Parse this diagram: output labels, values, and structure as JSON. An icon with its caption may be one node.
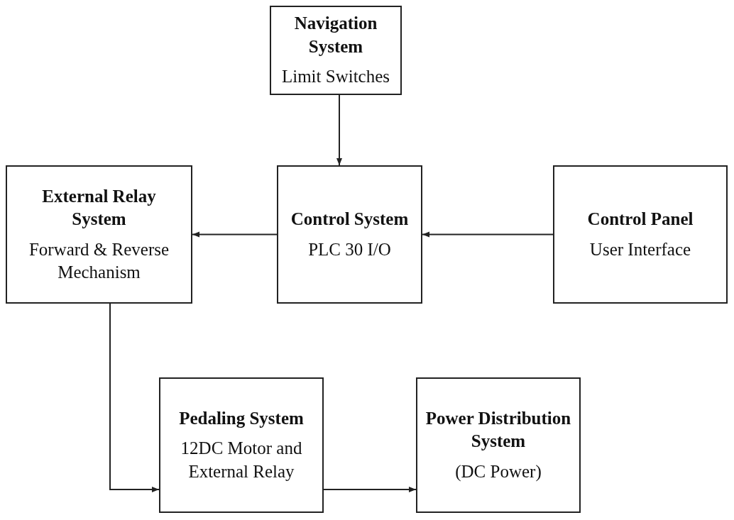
{
  "diagram": {
    "nodes": [
      {
        "text": [
          "Navigation System",
          "Limit Switches"
        ]
      },
      {
        "text": [
          "Control System",
          "PLC 30 I/O"
        ]
      },
      {
        "text": [
          "External Relay System",
          "Forward & Reverse Mechanism"
        ]
      },
      {
        "text": [
          "Control Panel",
          "User Interface"
        ]
      },
      {
        "text": [
          "Pedaling System",
          "12DC Motor and External Relay"
        ]
      },
      {
        "text": [
          "Power Distribution System",
          "(DC Power)"
        ]
      }
    ],
    "edges": [
      {
        "from": 0,
        "to": 1,
        "arrow": "to"
      },
      {
        "from": 1,
        "to": 2,
        "arrow": "to"
      },
      {
        "from": 3,
        "to": 1,
        "arrow": "to"
      },
      {
        "from": 2,
        "to": 4,
        "arrow": "to"
      },
      {
        "from": 4,
        "to": 5,
        "arrow": "to"
      }
    ]
  }
}
